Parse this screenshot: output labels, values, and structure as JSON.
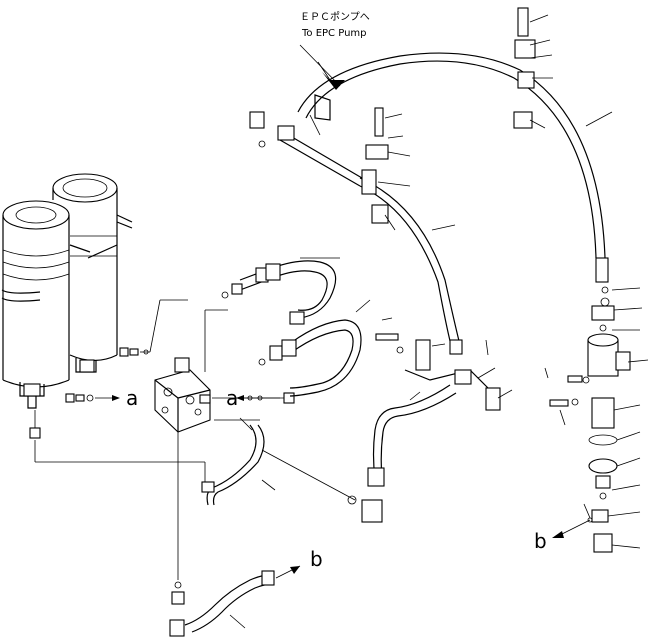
{
  "header": {
    "dest_jp": "ＥＰＣポンプへ",
    "dest_en": "To EPC Pump"
  },
  "labels": {
    "a_left": "a",
    "a_center": "a",
    "b_right": "b",
    "b_bottom": "b"
  },
  "colors": {
    "ink": "#000000",
    "paper": "#ffffff"
  }
}
